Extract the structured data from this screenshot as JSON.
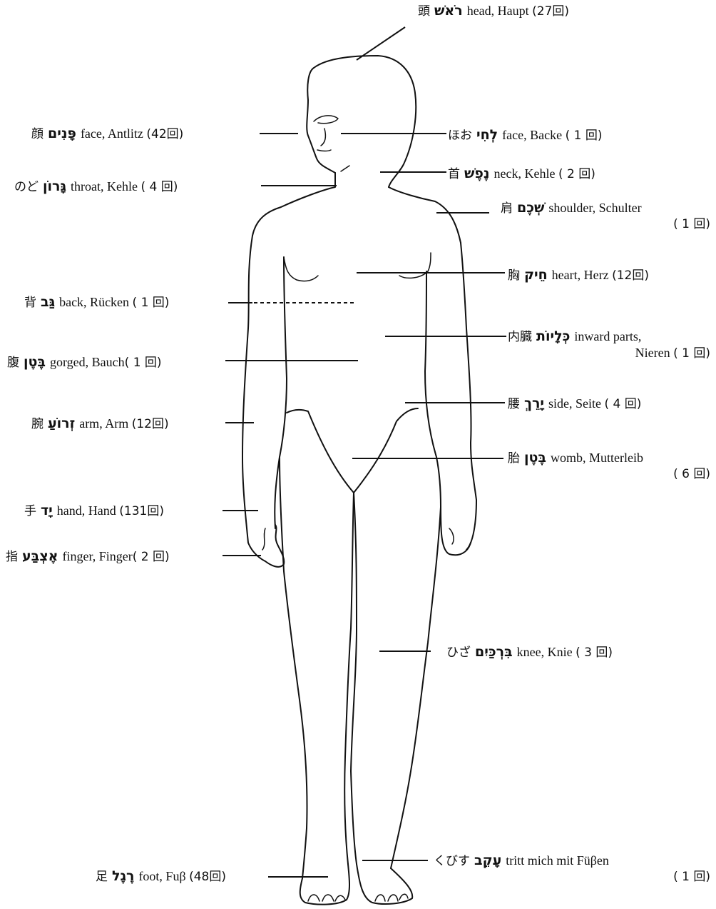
{
  "figure": {
    "labels": [
      {
        "id": "head",
        "jp": "頭",
        "heb": "רֹאשׁ",
        "text": "head, Haupt",
        "count": "(27回)"
      },
      {
        "id": "face-l",
        "jp": "顔",
        "heb": "פָּנִים",
        "text": "face,  Antlitz",
        "count": "(42回)"
      },
      {
        "id": "cheek",
        "jp": "ほお",
        "heb": "לְחִי",
        "text": "face, Backe",
        "count": "( 1 回)"
      },
      {
        "id": "throat",
        "jp": "のど",
        "heb": "גָּרוֹן",
        "text": "throat, Kehle",
        "count": "( 4 回)"
      },
      {
        "id": "neck",
        "jp": "首",
        "heb": "נֶפֶשׁ",
        "text": "neck, Kehle",
        "count": "( 2 回)"
      },
      {
        "id": "shoulder",
        "jp": "肩",
        "heb": "שְׁכֶם",
        "text": "shoulder, Schulter",
        "count": "( 1 回)"
      },
      {
        "id": "heart",
        "jp": "胸",
        "heb": "חֵיק",
        "text": "heart, Herz",
        "count": "(12回)"
      },
      {
        "id": "back",
        "jp": "背",
        "heb": "גַּב",
        "text": "back, Rücken",
        "count": "( 1 回)"
      },
      {
        "id": "inward",
        "jp": "内臓",
        "heb": "כְּלָיוֹת",
        "text": "inward parts,",
        "text2": "Nieren",
        "count": "( 1 回)"
      },
      {
        "id": "belly",
        "jp": "腹",
        "heb": "בֶּטֶן",
        "text": "gorged,  Bauch",
        "count": "( 1 回)"
      },
      {
        "id": "side",
        "jp": "腰",
        "heb": "יָרֵךְ",
        "text": "side, Seite",
        "count": "( 4 回)"
      },
      {
        "id": "arm",
        "jp": "腕",
        "heb": "זְרוֹעַ",
        "text": "arm, Arm",
        "count": "(12回)"
      },
      {
        "id": "womb",
        "jp": "胎",
        "heb": "בֶּטֶן",
        "text": "womb, Mutterleib",
        "count": "( 6 回)"
      },
      {
        "id": "hand",
        "jp": "手",
        "heb": "יָד",
        "text": "hand, Hand",
        "count": "(131回)"
      },
      {
        "id": "finger",
        "jp": "指",
        "heb": "אֶצְבַּע",
        "text": "finger, Finger",
        "count": "( 2 回)"
      },
      {
        "id": "knee",
        "jp": "ひざ",
        "heb": "בִּרְכַּיִם",
        "text": "knee, Knie",
        "count": "( 3 回)"
      },
      {
        "id": "heel",
        "jp": "くびす",
        "heb": "עָקֵב",
        "text": "tritt  mich  mit  Füβen",
        "count": "( 1 回)"
      },
      {
        "id": "foot",
        "jp": "足",
        "heb": "רֶגֶל",
        "text": "foot, Fuβ",
        "count": "(48回)"
      }
    ]
  }
}
